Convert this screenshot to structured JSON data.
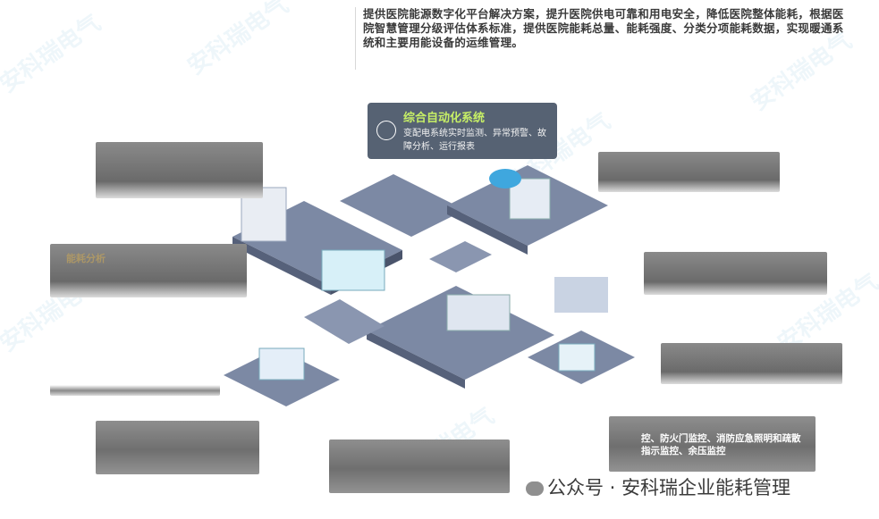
{
  "intro": {
    "text": "提供医院能源数字化平台解决方案，提升医院供电可靠和用电安全，降低医院整体能耗，根据医院智慧管理分级评估体系标准，提供医院能耗总量、能耗强度、分类分项能耗数据，实现暖通系统和主要用能设备的运维管理。"
  },
  "feature": {
    "title": "综合自动化系统",
    "description": "变配电系统实时监测、异常预警、故障分析、运行报表",
    "icon": "automation-gear-icon"
  },
  "cards": {
    "left_top": {
      "label": ""
    },
    "left_mid": {
      "label": "能耗分析"
    },
    "left_low": {
      "label": ""
    },
    "left_bottom": {
      "label": ""
    },
    "bottom_center": {
      "label": ""
    },
    "right_top": {
      "label": ""
    },
    "right_mid": {
      "label": ""
    },
    "right_low": {
      "label": ""
    },
    "right_bottom": {
      "label": "",
      "description": "控、防火门监控、消防应急照明和疏散指示监控、余压监控"
    }
  },
  "watermark": {
    "text": "安科瑞电气"
  },
  "account": {
    "text": "公众号 · 安科瑞企业能耗管理",
    "icon": "wechat-chat-icon"
  },
  "colors": {
    "accent": "#c7ef66",
    "feature_bg": "#566273",
    "platform": "#64708a"
  }
}
